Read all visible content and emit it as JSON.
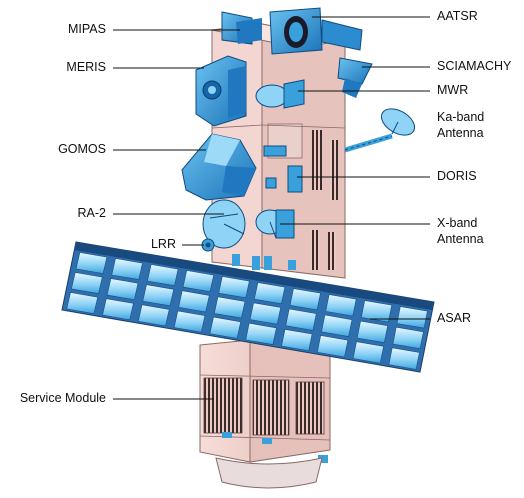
{
  "labels": {
    "mipas": "MIPAS",
    "meris": "MERIS",
    "gomos": "GOMOS",
    "ra2": "RA-2",
    "lrr": "LRR",
    "service_module": "Service Module",
    "aatsr": "AATSR",
    "sciamachy": "SCIAMACHY",
    "mwr": "MWR",
    "ka_band_line1": "Ka-band",
    "ka_band_line2": "Antenna",
    "doris": "DORIS",
    "x_band_line1": "X-band",
    "x_band_line2": "Antenna",
    "asar": "ASAR"
  },
  "colors": {
    "body": "#f1d0cb",
    "body_dark": "#d9b2ac",
    "instrument_blue": "#3aa0dc",
    "instrument_dark": "#1566a8",
    "panel_light": "#cfeeff",
    "panel_mid": "#7fcaf2",
    "grille": "#3a2a2a"
  }
}
